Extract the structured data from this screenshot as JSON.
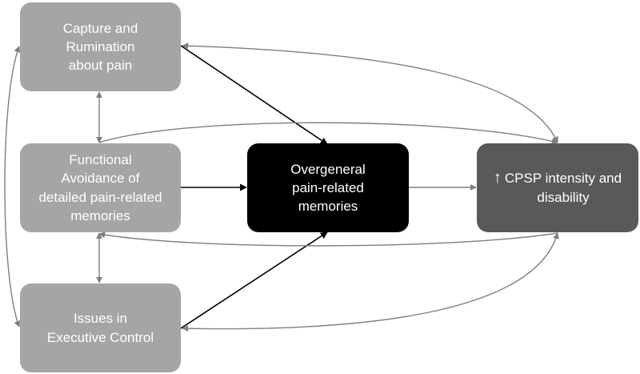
{
  "nodes": {
    "capture": "Capture and\nRumination\nabout pain",
    "avoidance": "Functional\nAvoidance of\ndetailed pain-related\nmemories",
    "executive": "Issues in\nExecutive Control",
    "overgeneral": "Overgeneral\npain-related\nmemories",
    "cpsp": "CPSP intensity and\ndisability",
    "cpsp_arrow_glyph": "↑"
  },
  "colors": {
    "grey_box": "#a5a5a5",
    "black_box": "#000000",
    "dark_box": "#595959",
    "black_arrow": "#000000",
    "grey_arrow": "#7f7f7f"
  }
}
